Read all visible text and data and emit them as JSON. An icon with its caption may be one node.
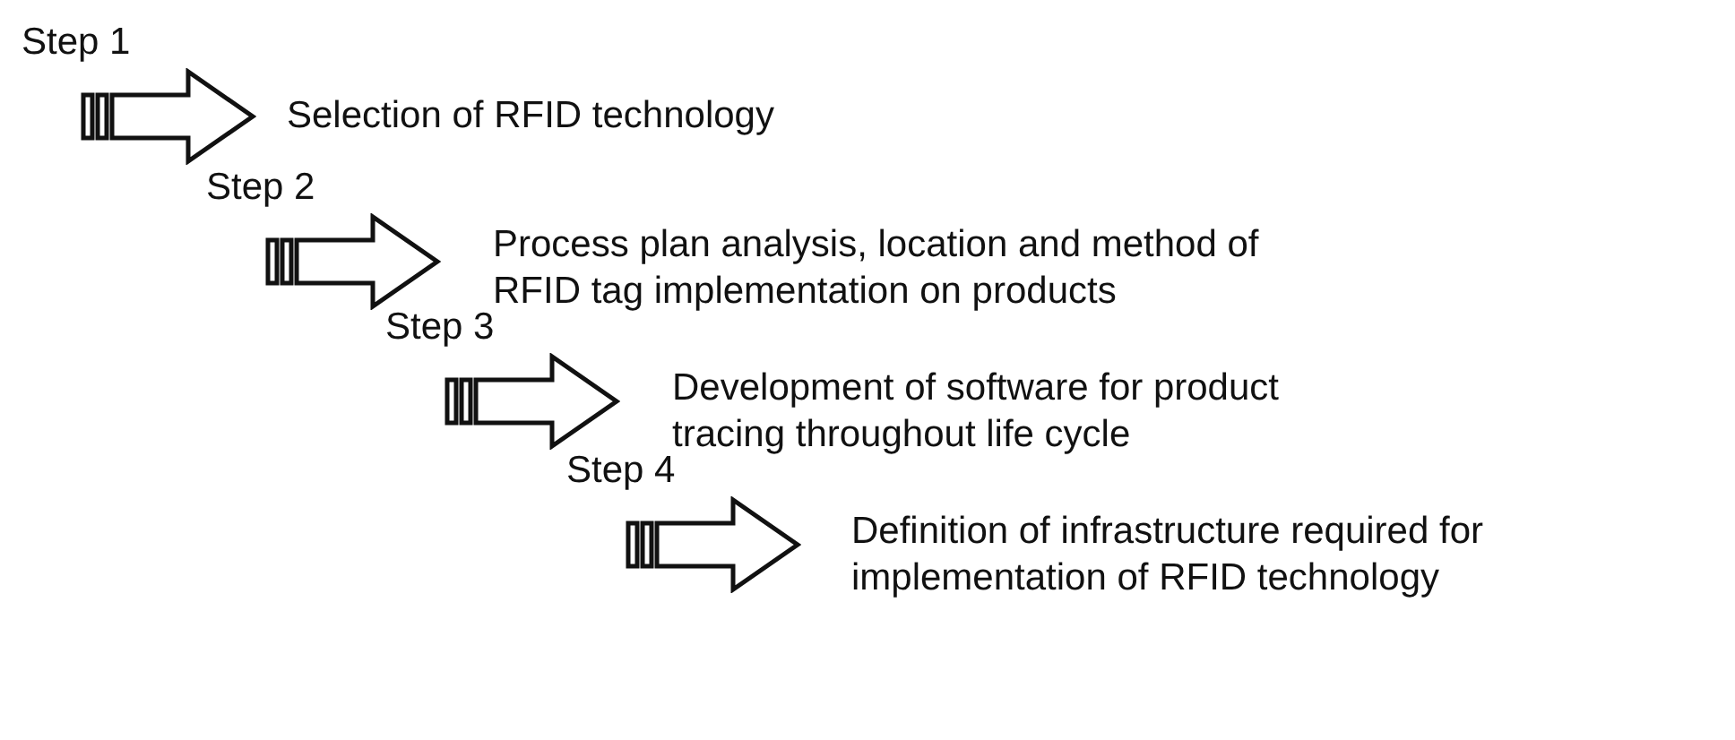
{
  "diagram": {
    "nodes": [
      {
        "text": [
          "Step 1"
        ],
        "beside": [
          "Selection of RFID technology"
        ]
      },
      {
        "text": [
          "Step 2"
        ],
        "beside": [
          "Process plan analysis, location and method of RFID tag implementation on products"
        ]
      },
      {
        "text": [
          "Step 3"
        ],
        "beside": [
          "Development of software for product tracing throughout life cycle"
        ]
      },
      {
        "text": [
          "Step 4"
        ],
        "beside": [
          "Definition of infrastructure required for implementation of RFID technology"
        ]
      }
    ]
  }
}
